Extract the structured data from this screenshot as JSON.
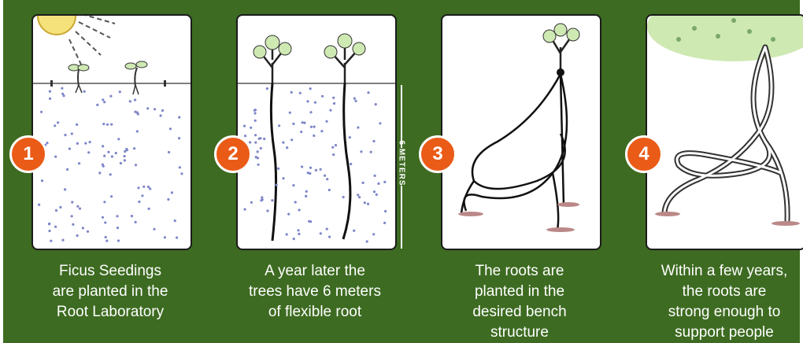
{
  "colors": {
    "background": "#3d6b21",
    "badge": "#ea5b17",
    "caption_text": "#ffffff",
    "soil_dots": "#7d86c8",
    "foliage": "#cfe9b3"
  },
  "steps": [
    {
      "number": "1",
      "caption": "Ficus Seedings\nare planted in the\nRoot Laboratory"
    },
    {
      "number": "2",
      "caption": "A year later the\ntrees have 6 meters\nof flexible root"
    },
    {
      "number": "3",
      "caption": "The roots are\nplanted in the\ndesired bench\nstructure"
    },
    {
      "number": "4",
      "caption": "Within a few years,\nthe roots are\nstrong enough to\nsupport people"
    }
  ],
  "measure": {
    "label": "6 METERS"
  }
}
